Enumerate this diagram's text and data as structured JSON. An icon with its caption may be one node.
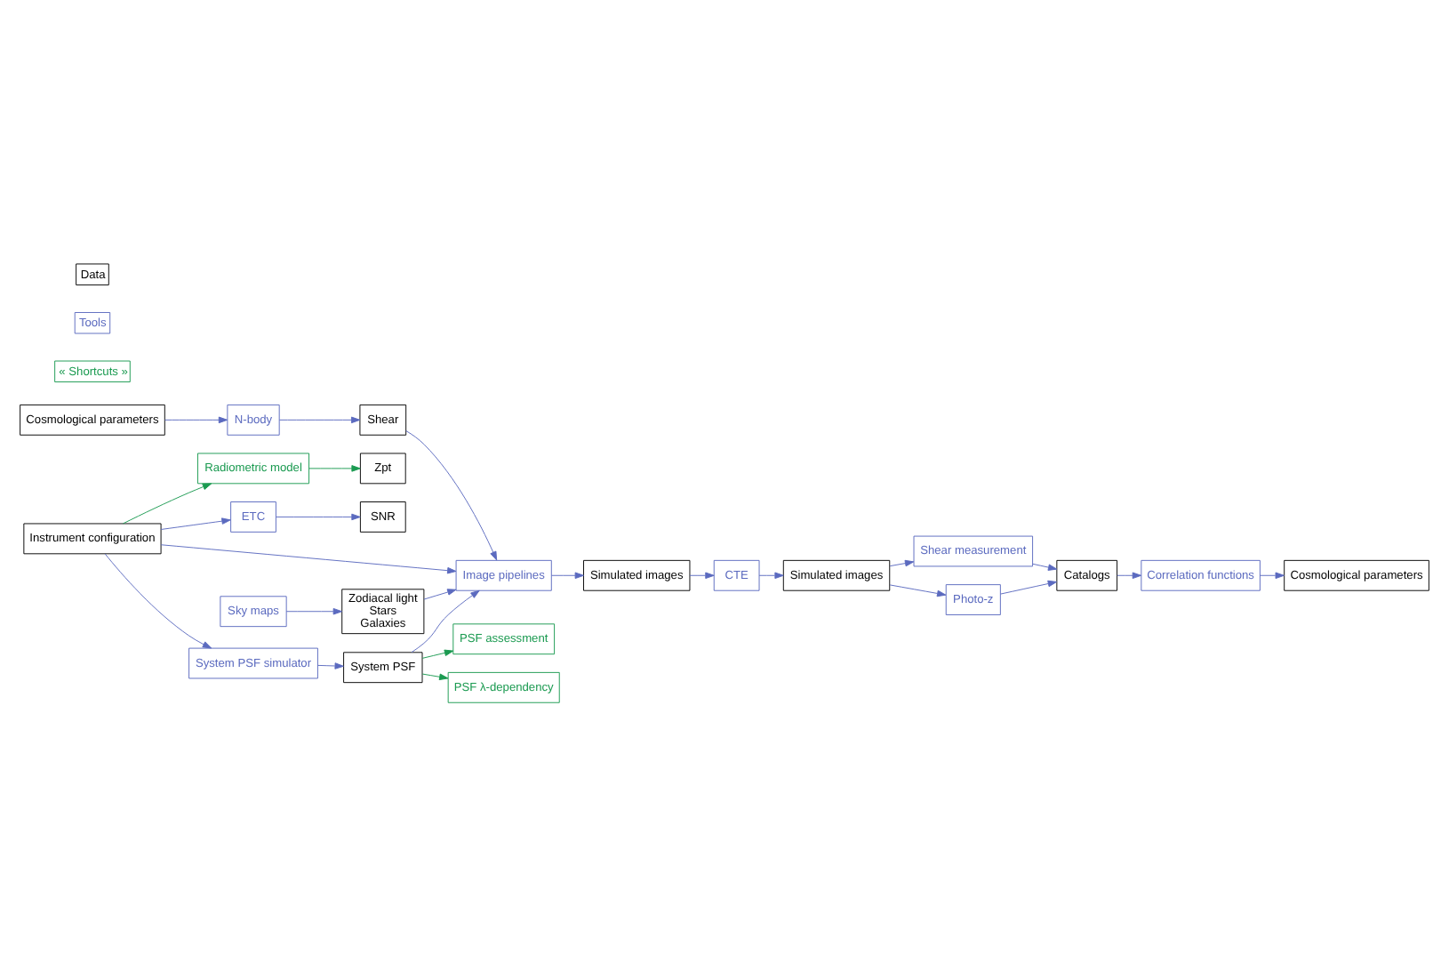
{
  "diagram": {
    "nodes": [
      {
        "text": [
          "Cosmological parameters"
        ]
      },
      {
        "text": [
          "N-body"
        ]
      },
      {
        "text": [
          "Shear"
        ]
      },
      {
        "text": [
          "Instrument configuration"
        ]
      },
      {
        "text": [
          "Radiometric model"
        ]
      },
      {
        "text": [
          "ETC"
        ]
      },
      {
        "text": [
          "SNR"
        ]
      },
      {
        "text": [
          "System PSF simulator"
        ]
      },
      {
        "text": [
          "Zpt"
        ]
      },
      {
        "text": [
          "Sky maps"
        ]
      },
      {
        "text": [
          "Zodiacal light",
          "Stars",
          "Galaxies"
        ]
      },
      {
        "text": [
          "System PSF"
        ]
      },
      {
        "text": [
          "Image pipelines"
        ]
      },
      {
        "text": [
          "PSF assessment"
        ]
      },
      {
        "text": [
          "PSF λ-dependency"
        ]
      },
      {
        "text": [
          "Simulated images"
        ]
      },
      {
        "text": [
          "CTE"
        ]
      },
      {
        "text": [
          "Simulated images"
        ]
      },
      {
        "text": [
          "Shear measurement"
        ]
      },
      {
        "text": [
          "Photo-z"
        ]
      },
      {
        "text": [
          "Catalogs"
        ]
      },
      {
        "text": [
          "Correlation functions"
        ]
      },
      {
        "text": [
          "Cosmological parameters"
        ]
      }
    ],
    "edges": [
      {
        "from": 0,
        "to": 1,
        "arrow": "to"
      },
      {
        "from": 1,
        "to": 2,
        "arrow": "to"
      },
      {
        "from": 3,
        "to": 4,
        "arrow": "to",
        "color": "#1a9a50"
      },
      {
        "from": 3,
        "to": 5,
        "arrow": "to"
      },
      {
        "from": 3,
        "to": 7,
        "arrow": "to"
      },
      {
        "from": 4,
        "to": 8,
        "arrow": "to",
        "color": "#1a9a50"
      },
      {
        "from": 5,
        "to": 6,
        "arrow": "to"
      },
      {
        "from": 9,
        "to": 10,
        "arrow": "to"
      },
      {
        "from": 7,
        "to": 11,
        "arrow": "to"
      },
      {
        "from": 2,
        "to": 12,
        "arrow": "to"
      },
      {
        "from": 3,
        "to": 12,
        "arrow": "to"
      },
      {
        "from": 10,
        "to": 12,
        "arrow": "to"
      },
      {
        "from": 11,
        "to": 12,
        "arrow": "to"
      },
      {
        "from": 11,
        "to": 13,
        "arrow": "to",
        "color": "#1a9a50"
      },
      {
        "from": 11,
        "to": 14,
        "arrow": "to",
        "color": "#1a9a50"
      },
      {
        "from": 12,
        "to": 15,
        "arrow": "to"
      },
      {
        "from": 15,
        "to": 16,
        "arrow": "to"
      },
      {
        "from": 16,
        "to": 17,
        "arrow": "to"
      },
      {
        "from": 17,
        "to": 18,
        "arrow": "to"
      },
      {
        "from": 17,
        "to": 19,
        "arrow": "to"
      },
      {
        "from": 18,
        "to": 20,
        "arrow": "to"
      },
      {
        "from": 19,
        "to": 20,
        "arrow": "to"
      },
      {
        "from": 20,
        "to": 21,
        "arrow": "to"
      },
      {
        "from": 21,
        "to": 22,
        "arrow": "to"
      }
    ],
    "legend": [
      {
        "text": "Data",
        "color": "#000000"
      },
      {
        "text": "Tools",
        "color": "#5b6abf"
      },
      {
        "text": "« Shortcuts »",
        "color": "#1a9a50"
      }
    ]
  }
}
